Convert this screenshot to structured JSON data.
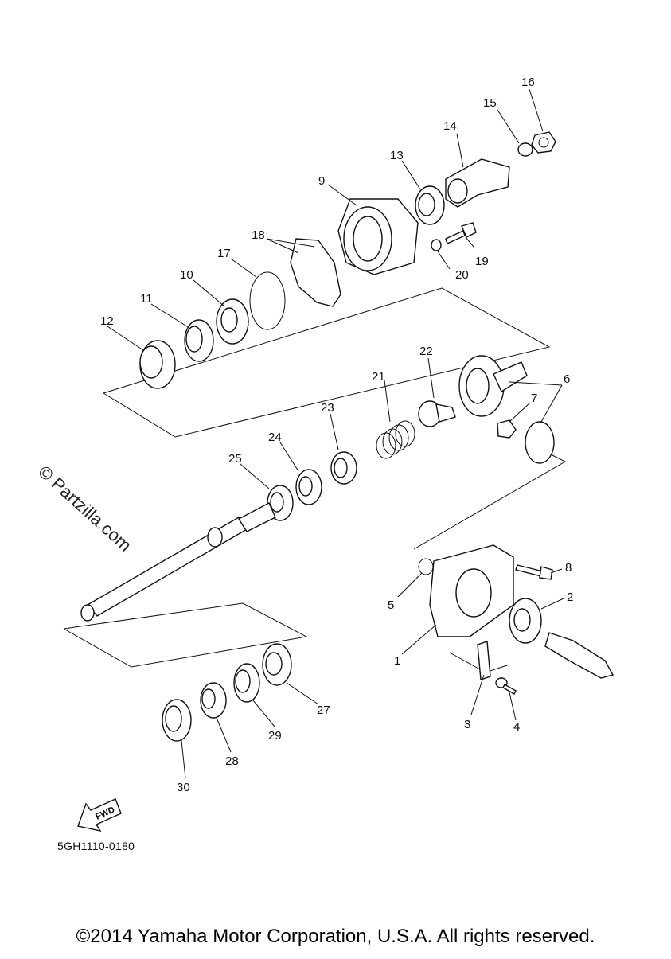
{
  "diagram": {
    "code": "5GH1110-0180",
    "copyright": "©2014 Yamaha Motor Corporation, U.S.A. All rights reserved.",
    "watermark": "© Partzilla.com",
    "fwd_label": "FWD",
    "callouts": [
      "1",
      "2",
      "3",
      "4",
      "5",
      "6",
      "7",
      "8",
      "9",
      "10",
      "11",
      "12",
      "13",
      "14",
      "15",
      "16",
      "17",
      "18",
      "19",
      "20",
      "21",
      "22",
      "23",
      "24",
      "25",
      "27",
      "28",
      "29",
      "30"
    ]
  }
}
